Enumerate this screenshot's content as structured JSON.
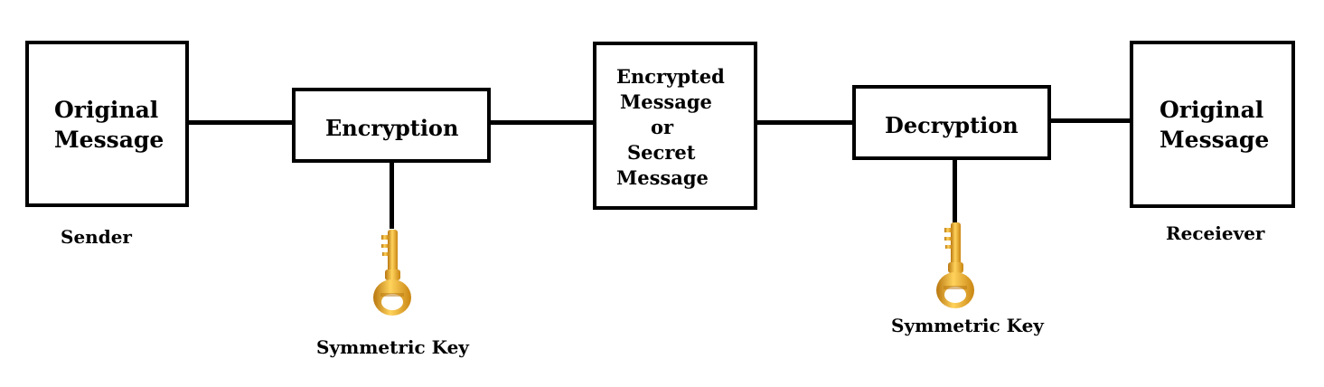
{
  "sender": {
    "box_lines": [
      "Original",
      "Message"
    ],
    "caption": "Sender"
  },
  "encryption": {
    "label": "Encryption",
    "key_caption": "Symmetric Key"
  },
  "encrypted": {
    "lines": [
      "Encrypted",
      "Message",
      "or",
      "Secret",
      "Message"
    ]
  },
  "decryption": {
    "label": "Decryption",
    "key_caption": "Symmetric Key"
  },
  "receiver": {
    "box_lines": [
      "Original",
      "Message"
    ],
    "caption": "Receiever"
  },
  "icons": {
    "key": "key-icon"
  },
  "colors": {
    "line": "#000000",
    "key_gold": "#f2b233",
    "key_shadow": "#b8760f"
  }
}
